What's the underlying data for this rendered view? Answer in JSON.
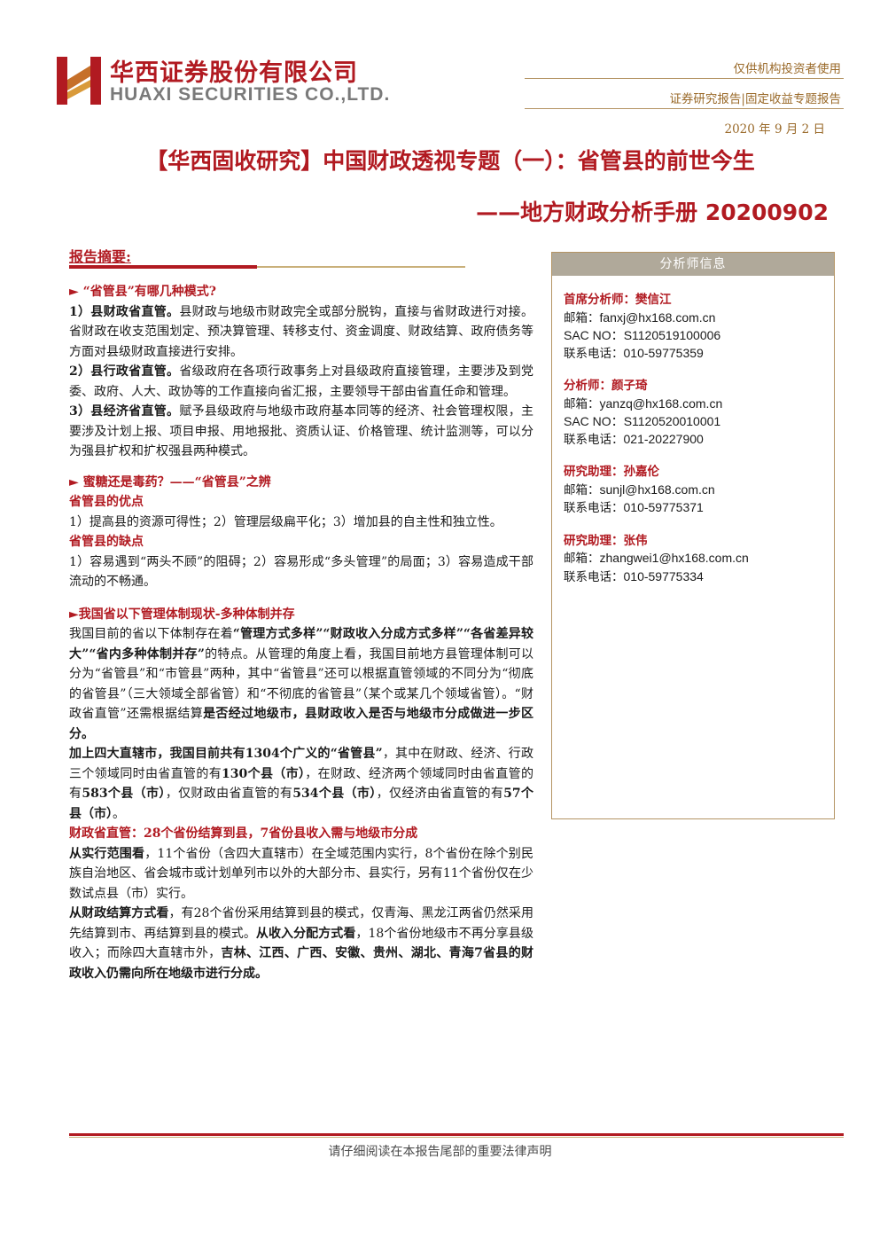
{
  "header": {
    "company_cn": "华西证券股份有限公司",
    "company_en": "HUAXI SECURITIES CO.,LTD.",
    "audience": "仅供机构投资者使用",
    "report_type": "证券研究报告|固定收益专题报告",
    "date": "2020 年 9 月 2 日",
    "brand_color": "#b11a21"
  },
  "title": "【华西固收研究】中国财政透视专题（一）：省管县的前世今生",
  "subtitle": "——地方财政分析手册 20200902",
  "summary": {
    "label": "报告摘要:",
    "s1": {
      "heading": "► “省管县”有哪几种模式?",
      "p1_lead": "1）县财政省直管。",
      "p1_text": "县财政与地级市财政完全或部分脱钩，直接与省财政进行对接。省财政在收支范围划定、预决算管理、转移支付、资金调度、财政结算、政府债务等方面对县级财政直接进行安排。",
      "p2_lead": "2）县行政省直管。",
      "p2_text": "省级政府在各项行政事务上对县级政府直接管理，主要涉及到党委、政府、人大、政协等的工作直接向省汇报，主要领导干部由省直任命和管理。",
      "p3_lead": "3）县经济省直管。",
      "p3_text": "赋予县级政府与地级市政府基本同等的经济、社会管理权限，主要涉及计划上报、项目申报、用地报批、资质认证、价格管理、统计监测等，可以分为强县扩权和扩权强县两种模式。"
    },
    "s2": {
      "heading": "► 蜜糖还是毒药？——“省管县”之辨",
      "pros_title": "省管县的优点",
      "pros_text": "1）提高县的资源可得性；2）管理层级扁平化；3）增加县的自主性和独立性。",
      "cons_title": "省管县的缺点",
      "cons_text": "1）容易遇到“两头不顾”的阻碍；2）容易形成“多头管理”的局面；3）容易造成干部流动的不畅通。"
    },
    "s3": {
      "heading": "►我国省以下管理体制现状-多种体制并存",
      "p1_a": "我国目前的省以下体制存在着",
      "p1_b": "“管理方式多样”“财政收入分成方式多样”“各省差异较大”“省内多种体制并存”",
      "p1_c": "的特点。从管理的角度上看，我国目前地方县管理体制可以分为“省管县”和“市管县”两种，其中“省管县”还可以根据直管领域的不同分为“彻底的省管县”（三大领域全部省管）和“不彻底的省管县”（某个或某几个领域省管）。“财政省直管”还需根据结算",
      "p1_d": "是否经过地级市，县财政收入是否与地级市分成做进一步区分。",
      "p2_a": "加上四大直辖市，我国目前共有1304个广义的“省管县”",
      "p2_b": "，其中在财政、经济、行政三个领域同时由省直管的有",
      "p2_c": "130个县（市）",
      "p2_d": "，在财政、经济两个领域同时由省直管的有",
      "p2_e": "583个县（市）",
      "p2_f": "，仅财政由省直管的有",
      "p2_g": "534个县（市）",
      "p2_h": "，仅经济由省直管的有",
      "p2_i": "57个县（市）",
      "p2_j": "。",
      "p3": "财政省直管：28个省份结算到县，7省份县收入需与地级市分成",
      "p4_a": "从实行范围看",
      "p4_b": "，11个省份（含四大直辖市）在全域范围内实行，8个省份在除个别民族自治地区、省会城市或计划单列市以外的大部分市、县实行，另有11个省份仅在少数试点县（市）实行。",
      "p5_a": "从财政结算方式看",
      "p5_b": "，有28个省份采用结算到县的模式，仅青海、黑龙江两省仍然采用先结算到市、再结算到县的模式。",
      "p5_c": "从收入分配方式看",
      "p5_d": "，18个省份地级市不再分享县级收入；而除四大直辖市外，",
      "p5_e": "吉林、江西、广西、安徽、贵州、湖北、青海7省县的财政收入仍需向所在地级市进行分成。"
    }
  },
  "analysts": {
    "header": "分析师信息",
    "list": [
      {
        "role": "首席分析师：",
        "name": "樊信江",
        "email_label": "邮箱：",
        "email": "fanxj@hx168.com.cn",
        "sac_label": "SAC NO：",
        "sac": "S1120519100006",
        "phone_label": "联系电话：",
        "phone": "010-59775359"
      },
      {
        "role": "分析师：",
        "name": "颜子琦",
        "email_label": "邮箱：",
        "email": "yanzq@hx168.com.cn",
        "sac_label": "SAC NO：",
        "sac": "S1120520010001",
        "phone_label": "联系电话：",
        "phone": "021-20227900"
      },
      {
        "role": "研究助理：",
        "name": "孙嘉伦",
        "email_label": "邮箱：",
        "email": "sunjl@hx168.com.cn",
        "phone_label": "联系电话：",
        "phone": "010-59775371"
      },
      {
        "role": "研究助理：",
        "name": "张伟",
        "email_label": "邮箱：",
        "email": "zhangwei1@hx168.com.cn",
        "phone_label": "联系电话：",
        "phone": "010-59775334"
      }
    ]
  },
  "footer": "请仔细阅读在本报告尾部的重要法律声明"
}
